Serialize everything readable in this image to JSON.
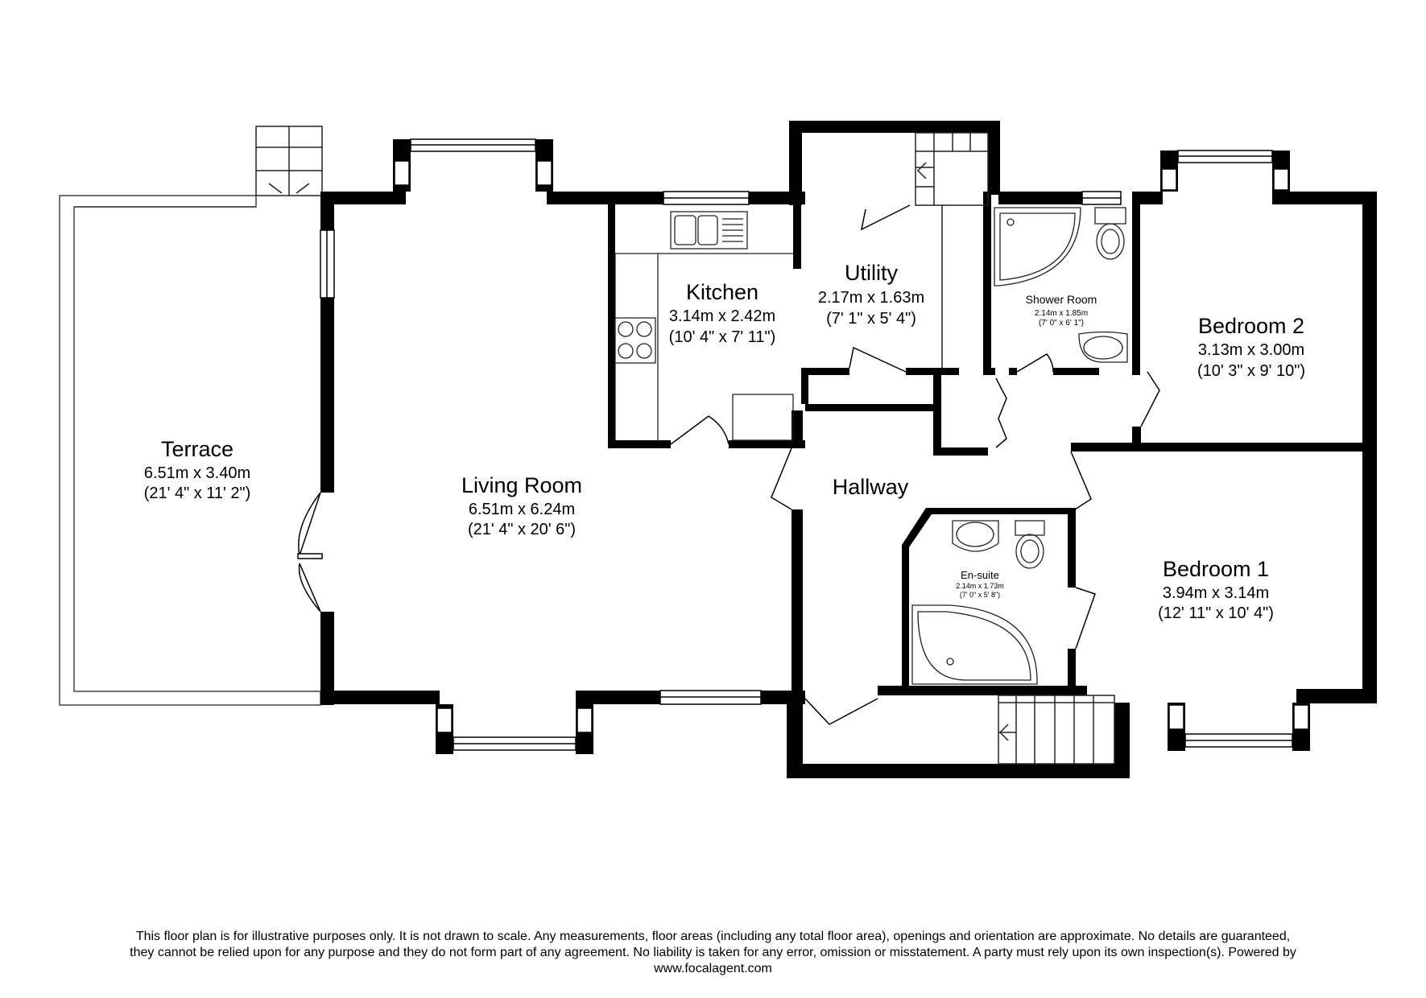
{
  "rooms": {
    "terrace": {
      "name": "Terrace",
      "metric": "6.51m x 3.40m",
      "imperial": "(21' 4\" x 11' 2\")"
    },
    "living": {
      "name": "Living Room",
      "metric": "6.51m x 6.24m",
      "imperial": "(21' 4\" x 20' 6\")"
    },
    "kitchen": {
      "name": "Kitchen",
      "metric": "3.14m x 2.42m",
      "imperial": "(10' 4\" x 7' 11\")"
    },
    "utility": {
      "name": "Utility",
      "metric": "2.17m x 1.63m",
      "imperial": "(7' 1\" x 5' 4\")"
    },
    "shower": {
      "name": "Shower Room",
      "metric": "2.14m x 1.85m",
      "imperial": "(7' 0\" x 6' 1\")"
    },
    "bedroom2": {
      "name": "Bedroom 2",
      "metric": "3.13m x 3.00m",
      "imperial": "(10' 3\" x 9' 10\")"
    },
    "hallway": {
      "name": "Hallway"
    },
    "ensuite": {
      "name": "En-suite",
      "metric": "2.14m x 1.73m",
      "imperial": "(7' 0\" x 5' 8\")"
    },
    "bedroom1": {
      "name": "Bedroom 1",
      "metric": "3.94m x 3.14m",
      "imperial": "(12' 11\" x 10' 4\")"
    }
  },
  "disclaimer": {
    "line1": "This floor plan is for illustrative purposes only. It is not drawn to scale. Any measurements, floor areas (including any total floor area), openings and orientation are approximate. No details are guaranteed,",
    "line2": "they cannot be relied upon for any purpose and they do not form part of any agreement. No liability is taken for any error, omission or misstatement. A party must rely upon its own inspection(s).  Powered by",
    "line3": "www.focalagent.com"
  }
}
